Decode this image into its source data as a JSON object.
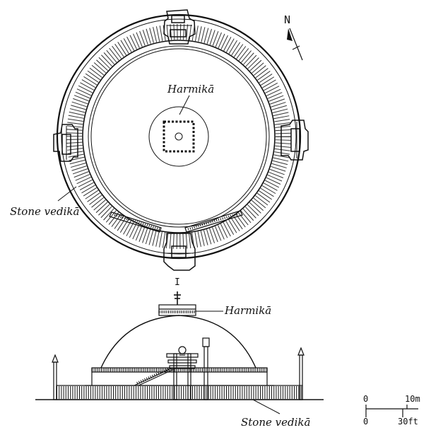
{
  "north_arrow": {
    "label": "N"
  },
  "plan": {
    "label_center": "Harmikā",
    "label_railing": "Stone vedikā",
    "section_mark": "I"
  },
  "elevation": {
    "label_harmika": "Harmikā",
    "label_railing": "Stone vedikā"
  },
  "scale_bar": {
    "metric_zero": "0",
    "metric_max": "10m",
    "imperial_zero": "0",
    "imperial_max": "30ft"
  },
  "colors": {
    "ink": "#111111",
    "paper": "#ffffff"
  }
}
